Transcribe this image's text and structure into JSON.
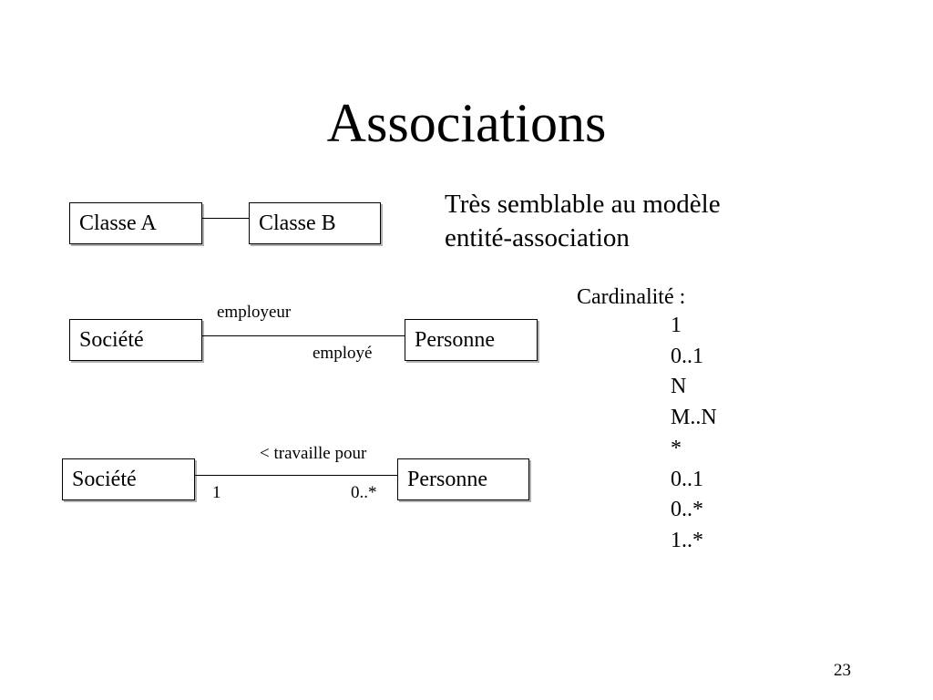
{
  "slide": {
    "title": "Associations",
    "page_number": "23"
  },
  "diagram1": {
    "class_a": "Classe A",
    "class_b": "Classe B"
  },
  "diagram2": {
    "left_class": "Société",
    "right_class": "Personne",
    "role_top": "employeur",
    "role_bottom": "employé"
  },
  "diagram3": {
    "left_class": "Société",
    "right_class": "Personne",
    "association_name": "< travaille pour",
    "left_multiplicity": "1",
    "right_multiplicity": "0..*"
  },
  "description": {
    "line1": "Très semblable au modèle",
    "line2": "entité-association"
  },
  "cardinality": {
    "label": "Cardinalité :",
    "values": [
      "1",
      "0..1",
      "N",
      "M..N",
      "*",
      "0..1",
      "0..*",
      "1..*"
    ]
  }
}
